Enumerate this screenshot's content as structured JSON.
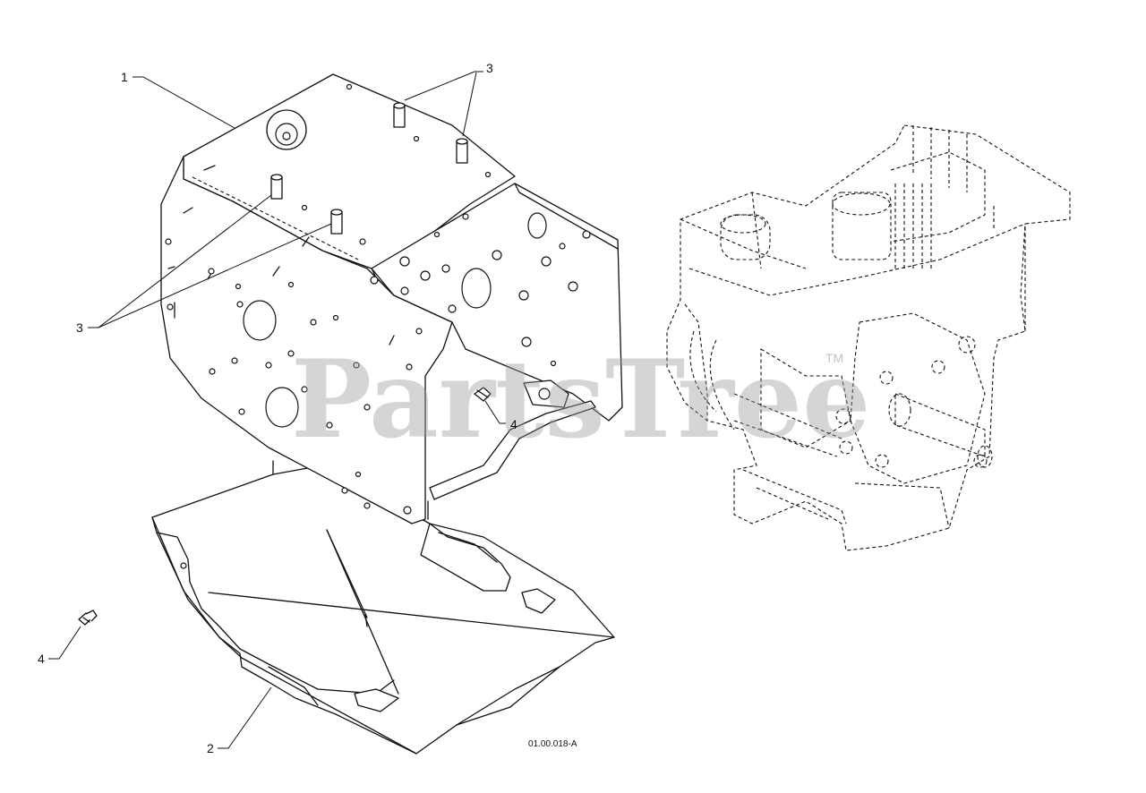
{
  "diagram": {
    "callouts": [
      "1",
      "2",
      "3",
      "3",
      "4",
      "4"
    ],
    "reference_code": "01.00.018-A",
    "watermark": "PartsTree",
    "watermark_mark": "TM"
  }
}
